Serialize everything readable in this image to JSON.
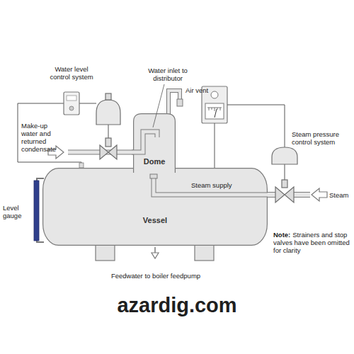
{
  "diagram": {
    "nodes": [
      {
        "text": [
          "Dome"
        ]
      },
      {
        "text": [
          "Vessel"
        ]
      }
    ],
    "labels": [
      "Water level control system",
      "Water inlet to distributor",
      "Air vent",
      "Make-up water and returned condensate",
      "Steam pressure control system",
      "Steam supply",
      "Steam",
      "Level gauge",
      "Note:",
      "Strainers and stop valves have been omitted for clarity",
      "Feedwater to boiler feedpump",
      "azardig.com"
    ]
  }
}
